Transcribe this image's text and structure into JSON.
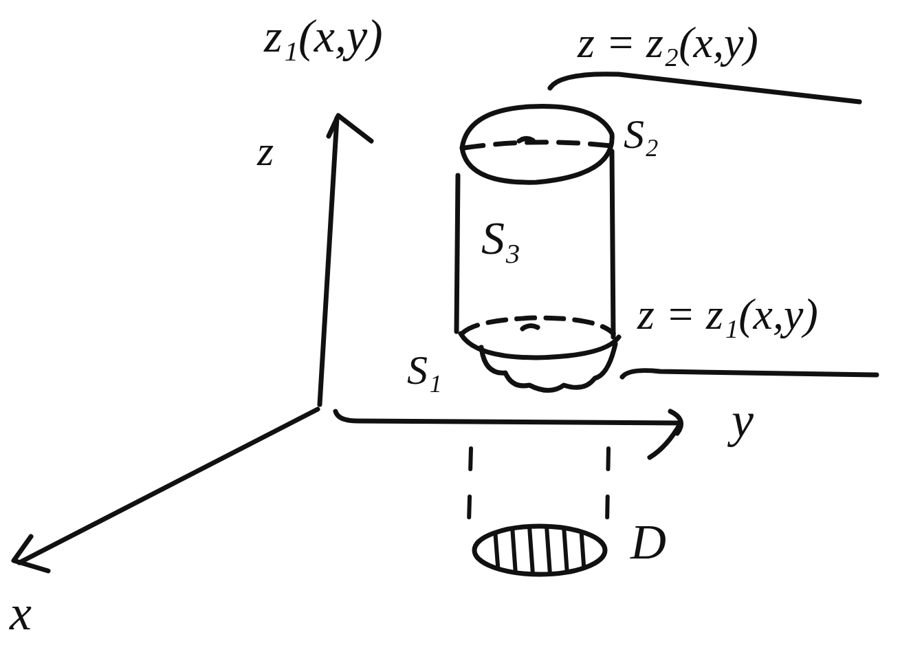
{
  "diagram": {
    "labels": [
      "z₁(x,y)",
      "z = z₂(x,y)",
      "S₂",
      "S₃",
      "z = z₁(x,y)",
      "S₁",
      "z",
      "y",
      "x",
      "D"
    ]
  }
}
